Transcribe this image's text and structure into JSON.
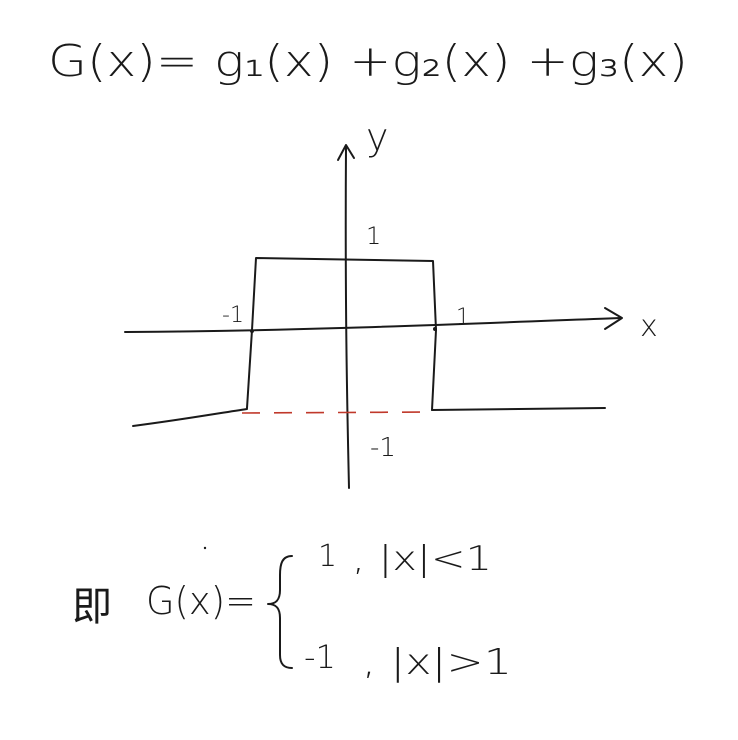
{
  "equation_top": "G(x)= g₁(x) +g₂(x) +g₃(x)",
  "axes": {
    "x_label": "x",
    "y_label": "y"
  },
  "ticks": {
    "neg_one_x": "-1",
    "pos_one_x": "1",
    "pos_one_y": "1",
    "neg_one_y": "-1"
  },
  "conclusion": {
    "prefix": "即",
    "lhs": "G(x)=",
    "case1_value": "1",
    "case1_condition": ", |x|<1",
    "case2_value": "-1",
    "case2_condition": ", |x|>1"
  },
  "colors": {
    "ink": "#1a1a1a",
    "dashed_red": "#c0392b"
  }
}
